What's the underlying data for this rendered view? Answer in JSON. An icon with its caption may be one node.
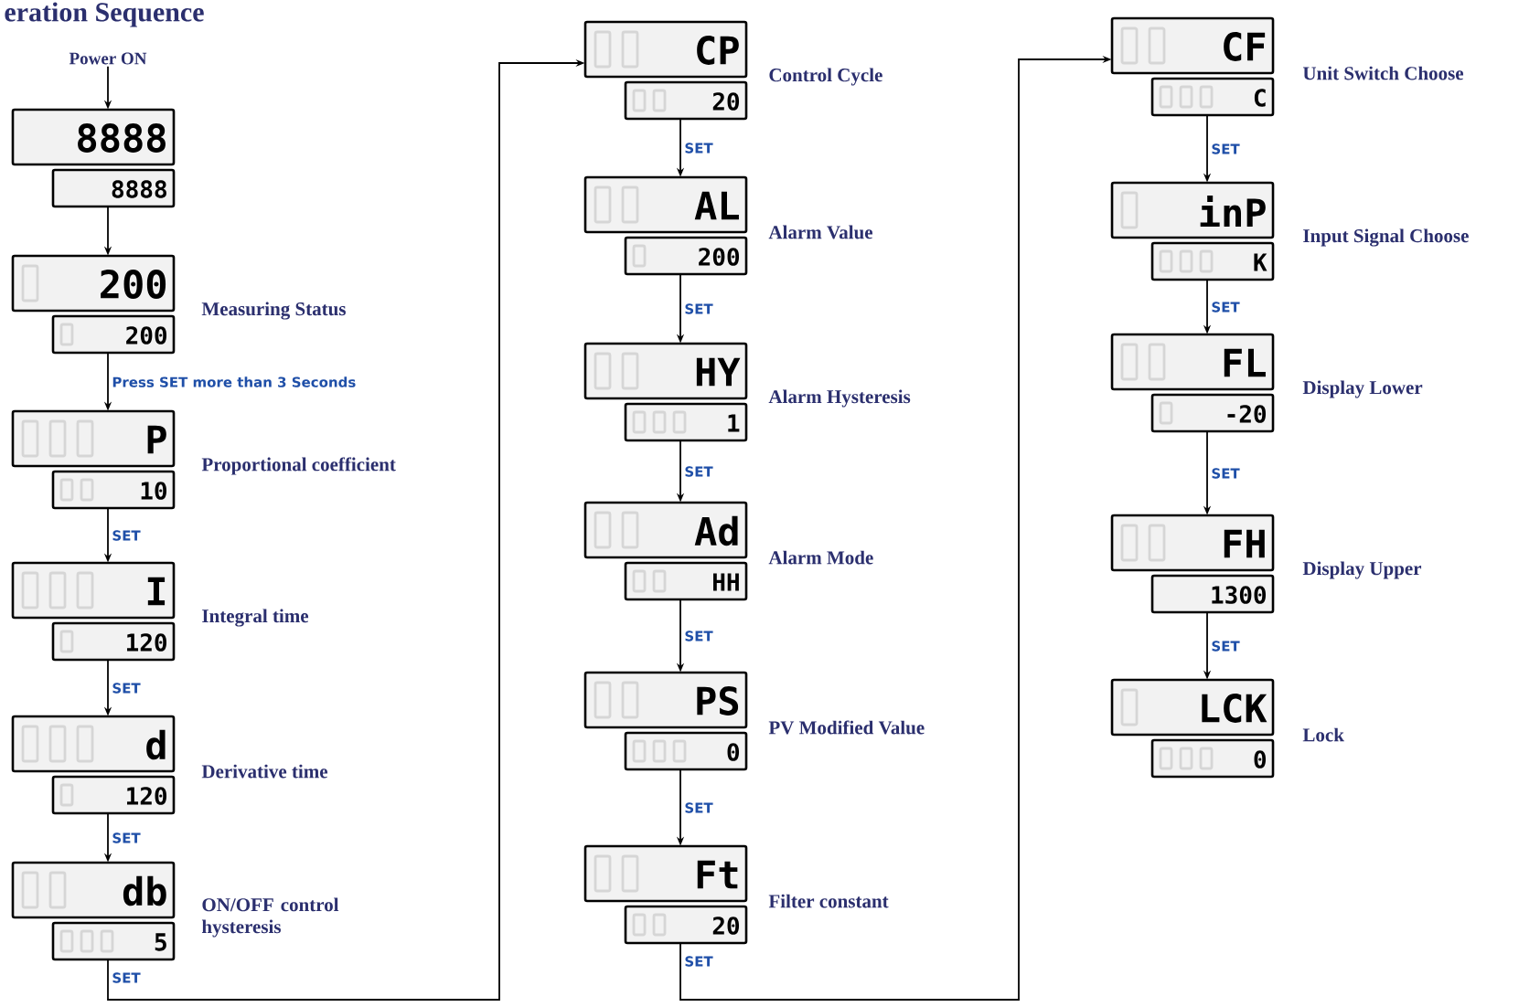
{
  "diagram": {
    "title": "eration Sequence",
    "nodes": [
      {
        "text": [
          "Power ON"
        ]
      },
      {
        "text": [
          "8888",
          "8888"
        ]
      },
      {
        "text": [
          "200",
          "200"
        ],
        "beside": [
          "Measuring Status"
        ]
      },
      {
        "text": [
          "P",
          "10"
        ],
        "beside": [
          "Proportional coefficient"
        ]
      },
      {
        "text": [
          "I",
          "120"
        ],
        "beside": [
          "Integral time"
        ]
      },
      {
        "text": [
          "d",
          "120"
        ],
        "beside": [
          "Derivative time"
        ]
      },
      {
        "text": [
          "db",
          "5"
        ],
        "beside": [
          "ON/OFF control hysteresis"
        ]
      },
      {
        "text": [
          "CP",
          "20"
        ],
        "beside": [
          "Control Cycle"
        ]
      },
      {
        "text": [
          "AL",
          "200"
        ],
        "beside": [
          "Alarm Value"
        ]
      },
      {
        "text": [
          "HY",
          "1"
        ],
        "beside": [
          "Alarm Hysteresis"
        ]
      },
      {
        "text": [
          "Ad",
          "HH"
        ],
        "beside": [
          "Alarm Mode"
        ]
      },
      {
        "text": [
          "PS",
          "0"
        ],
        "beside": [
          "PV Modified Value"
        ]
      },
      {
        "text": [
          "Ft",
          "20"
        ],
        "beside": [
          "Filter constant"
        ]
      },
      {
        "text": [
          "CF",
          "C"
        ],
        "beside": [
          "Unit Switch Choose"
        ]
      },
      {
        "text": [
          "inP",
          "K"
        ],
        "beside": [
          "Input Signal Choose"
        ]
      },
      {
        "text": [
          "FL",
          "-20"
        ],
        "beside": [
          "Display Lower"
        ]
      },
      {
        "text": [
          "FH",
          "1300"
        ],
        "beside": [
          "Display Upper"
        ]
      },
      {
        "text": [
          "LCK",
          "0"
        ],
        "beside": [
          "Lock"
        ]
      }
    ],
    "edges": [
      {
        "from": 0,
        "to": 1,
        "arrow": "to"
      },
      {
        "from": 1,
        "to": 2,
        "arrow": "to"
      },
      {
        "from": 2,
        "to": 3,
        "arrow": "to",
        "label": "Press SET more than 3 Seconds"
      },
      {
        "from": 3,
        "to": 4,
        "arrow": "to",
        "label": "SET"
      },
      {
        "from": 4,
        "to": 5,
        "arrow": "to",
        "label": "SET"
      },
      {
        "from": 5,
        "to": 6,
        "arrow": "to",
        "label": "SET"
      },
      {
        "from": 6,
        "to": 7,
        "arrow": "to",
        "label": "SET"
      },
      {
        "from": 7,
        "to": 8,
        "arrow": "to",
        "label": "SET"
      },
      {
        "from": 8,
        "to": 9,
        "arrow": "to",
        "label": "SET"
      },
      {
        "from": 9,
        "to": 10,
        "arrow": "to",
        "label": "SET"
      },
      {
        "from": 10,
        "to": 11,
        "arrow": "to",
        "label": "SET"
      },
      {
        "from": 11,
        "to": 12,
        "arrow": "to",
        "label": "SET"
      },
      {
        "from": 12,
        "to": 13,
        "arrow": "to",
        "label": "SET"
      },
      {
        "from": 13,
        "to": 14,
        "arrow": "to",
        "label": "SET"
      },
      {
        "from": 14,
        "to": 15,
        "arrow": "to",
        "label": "SET"
      },
      {
        "from": 15,
        "to": 16,
        "arrow": "to",
        "label": "SET"
      },
      {
        "from": 16,
        "to": 17,
        "arrow": "to",
        "label": "SET"
      }
    ]
  }
}
